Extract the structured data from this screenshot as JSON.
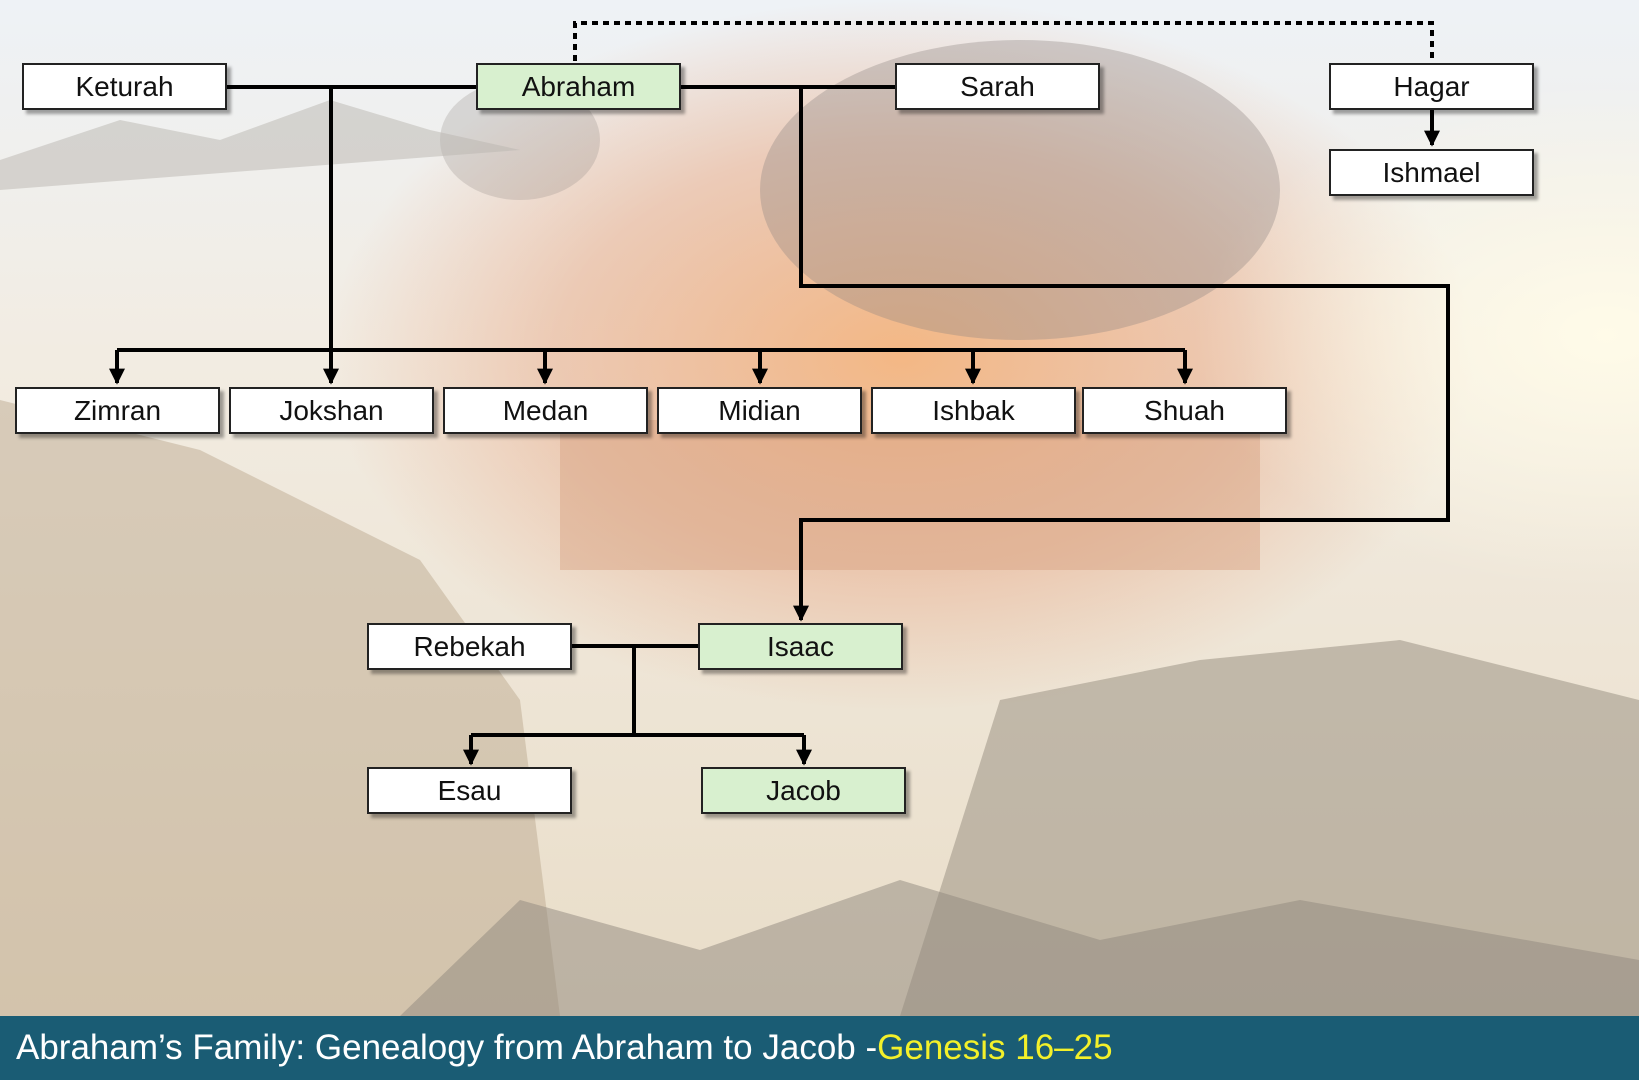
{
  "diagram": {
    "nodes": {
      "keturah": "Keturah",
      "abraham": "Abraham",
      "sarah": "Sarah",
      "hagar": "Hagar",
      "ishmael": "Ishmael",
      "zimran": "Zimran",
      "jokshan": "Jokshan",
      "medan": "Medan",
      "midian": "Midian",
      "ishbak": "Ishbak",
      "shuah": "Shuah",
      "rebekah": "Rebekah",
      "isaac": "Isaac",
      "esau": "Esau",
      "jacob": "Jacob"
    },
    "highlighted": [
      "abraham",
      "isaac",
      "jacob"
    ],
    "colors": {
      "highlight": "#d8f0cf",
      "box": "#ffffff",
      "line": "#000000",
      "footer_bg": "#1a5c74",
      "footer_text": "#ffffff",
      "footer_ref": "#f3f02a"
    }
  },
  "footer": {
    "title": "Abraham’s Family: Genealogy from Abraham to Jacob - ",
    "reference": "Genesis 16–25"
  }
}
